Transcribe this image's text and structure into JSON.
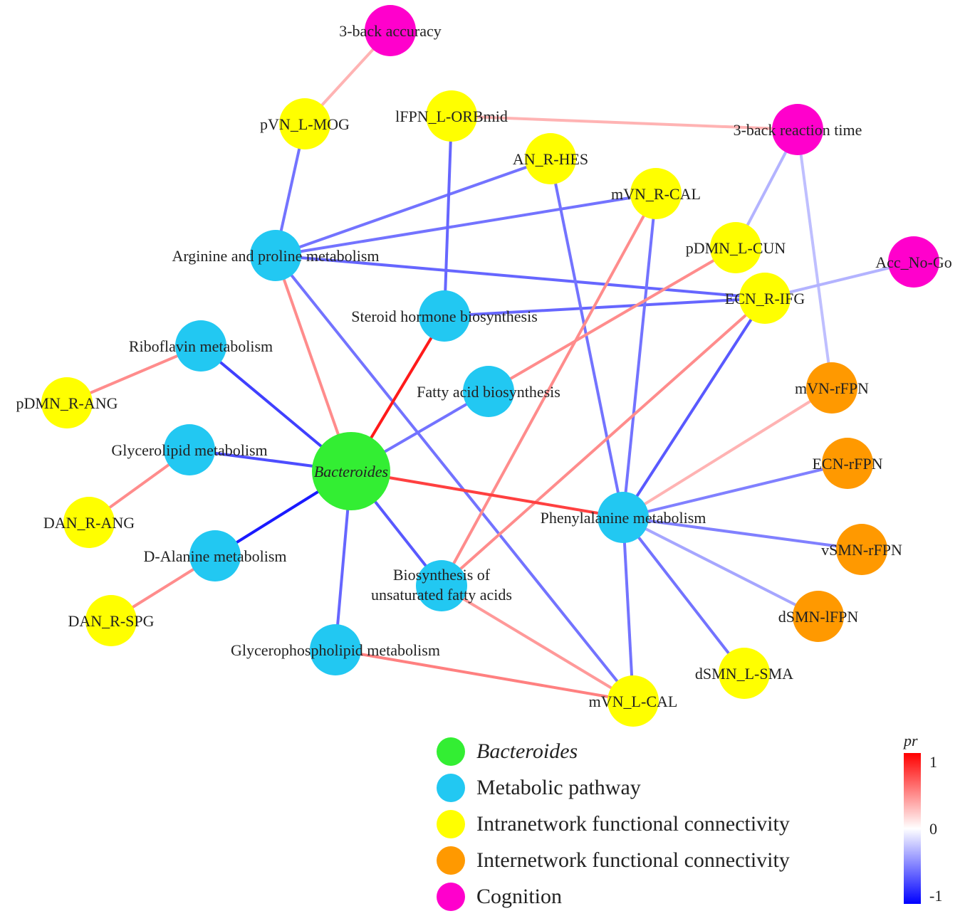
{
  "colors": {
    "bacteroides": "#33ee33",
    "metabolic": "#22c8f2",
    "intranetwork": "#ffff00",
    "internetwork": "#ff9900",
    "cognition": "#ff00cc",
    "positive": "#ff0000",
    "neutral": "#ffffff",
    "negative": "#0000ff"
  },
  "nodes": [
    {
      "id": "bacteroides",
      "label": "Bacteroides",
      "type": "bacteroides",
      "italic": true
    },
    {
      "id": "arginine",
      "label": "Arginine and proline metabolism",
      "type": "metabolic"
    },
    {
      "id": "steroid",
      "label": "Steroid hormone biosynthesis",
      "type": "metabolic"
    },
    {
      "id": "riboflavin",
      "label": "Riboflavin metabolism",
      "type": "metabolic"
    },
    {
      "id": "fattyacid",
      "label": "Fatty acid biosynthesis",
      "type": "metabolic"
    },
    {
      "id": "glycerolipid",
      "label": "Glycerolipid metabolism",
      "type": "metabolic"
    },
    {
      "id": "dalanine",
      "label": "D-Alanine metabolism",
      "type": "metabolic"
    },
    {
      "id": "phenylalanine",
      "label": "Phenylalanine metabolism",
      "type": "metabolic"
    },
    {
      "id": "unsat",
      "label": "Biosynthesis of\nunsaturated fatty acids",
      "type": "metabolic"
    },
    {
      "id": "glycerophospholipid",
      "label": "Glycerophospholipid metabolism",
      "type": "metabolic"
    },
    {
      "id": "pvn_lmog",
      "label": "pVN_L-MOG",
      "type": "intranetwork"
    },
    {
      "id": "lfpn_lorbmid",
      "label": "lFPN_L-ORBmid",
      "type": "intranetwork"
    },
    {
      "id": "an_rhes",
      "label": "AN_R-HES",
      "type": "intranetwork"
    },
    {
      "id": "mvn_rcal",
      "label": "mVN_R-CAL",
      "type": "intranetwork"
    },
    {
      "id": "pdmn_lcun",
      "label": "pDMN_L-CUN",
      "type": "intranetwork"
    },
    {
      "id": "ecn_rifg",
      "label": "ECN_R-IFG",
      "type": "intranetwork"
    },
    {
      "id": "pdmn_rang",
      "label": "pDMN_R-ANG",
      "type": "intranetwork"
    },
    {
      "id": "dan_rang",
      "label": "DAN_R-ANG",
      "type": "intranetwork"
    },
    {
      "id": "dan_rspg",
      "label": "DAN_R-SPG",
      "type": "intranetwork"
    },
    {
      "id": "dsmn_lsma",
      "label": "dSMN_L-SMA",
      "type": "intranetwork"
    },
    {
      "id": "mvn_lcal",
      "label": "mVN_L-CAL",
      "type": "intranetwork"
    },
    {
      "id": "mvn_rfpn",
      "label": "mVN-rFPN",
      "type": "internetwork"
    },
    {
      "id": "ecn_rfpn",
      "label": "ECN-rFPN",
      "type": "internetwork"
    },
    {
      "id": "vsmn_rfpn",
      "label": "vSMN-rFPN",
      "type": "internetwork"
    },
    {
      "id": "dsmn_lfpn",
      "label": "dSMN-lFPN",
      "type": "internetwork"
    },
    {
      "id": "nback_acc",
      "label": "3-back accuracy",
      "type": "cognition"
    },
    {
      "id": "nback_rt",
      "label": "3-back reaction time",
      "type": "cognition"
    },
    {
      "id": "acc_nogo",
      "label": "Acc_No-Go",
      "type": "cognition"
    }
  ],
  "edges": [
    {
      "source": "nback_acc",
      "target": "pvn_lmog",
      "pr": 0.3
    },
    {
      "source": "lfpn_lorbmid",
      "target": "nback_rt",
      "pr": 0.3
    },
    {
      "source": "nback_rt",
      "target": "pdmn_lcun",
      "pr": -0.3
    },
    {
      "source": "nback_rt",
      "target": "mvn_rfpn",
      "pr": -0.25
    },
    {
      "source": "acc_nogo",
      "target": "ecn_rifg",
      "pr": -0.3
    },
    {
      "source": "pvn_lmog",
      "target": "arginine",
      "pr": -0.55
    },
    {
      "source": "arginine",
      "target": "an_rhes",
      "pr": -0.55
    },
    {
      "source": "arginine",
      "target": "mvn_rcal",
      "pr": -0.55
    },
    {
      "source": "arginine",
      "target": "ecn_rifg",
      "pr": -0.6
    },
    {
      "source": "arginine",
      "target": "bacteroides",
      "pr": 0.45
    },
    {
      "source": "arginine",
      "target": "mvn_lcal",
      "pr": -0.55
    },
    {
      "source": "lfpn_lorbmid",
      "target": "steroid",
      "pr": -0.6
    },
    {
      "source": "steroid",
      "target": "ecn_rifg",
      "pr": -0.6
    },
    {
      "source": "steroid",
      "target": "bacteroides",
      "pr": 0.9
    },
    {
      "source": "an_rhes",
      "target": "phenylalanine",
      "pr": -0.55
    },
    {
      "source": "mvn_rcal",
      "target": "unsat",
      "pr": 0.45
    },
    {
      "source": "mvn_rcal",
      "target": "phenylalanine",
      "pr": -0.55
    },
    {
      "source": "pdmn_lcun",
      "target": "fattyacid",
      "pr": 0.45
    },
    {
      "source": "ecn_rifg",
      "target": "unsat",
      "pr": 0.45
    },
    {
      "source": "ecn_rifg",
      "target": "phenylalanine",
      "pr": -0.65
    },
    {
      "source": "riboflavin",
      "target": "pdmn_rang",
      "pr": 0.45
    },
    {
      "source": "riboflavin",
      "target": "bacteroides",
      "pr": -0.75
    },
    {
      "source": "fattyacid",
      "target": "bacteroides",
      "pr": -0.55
    },
    {
      "source": "glycerolipid",
      "target": "dan_rang",
      "pr": 0.45
    },
    {
      "source": "glycerolipid",
      "target": "bacteroides",
      "pr": -0.7
    },
    {
      "source": "dalanine",
      "target": "dan_rspg",
      "pr": 0.45
    },
    {
      "source": "dalanine",
      "target": "bacteroides",
      "pr": -0.9
    },
    {
      "source": "bacteroides",
      "target": "phenylalanine",
      "pr": 0.75
    },
    {
      "source": "bacteroides",
      "target": "unsat",
      "pr": -0.65
    },
    {
      "source": "bacteroides",
      "target": "glycerophospholipid",
      "pr": -0.6
    },
    {
      "source": "unsat",
      "target": "mvn_lcal",
      "pr": 0.4
    },
    {
      "source": "glycerophospholipid",
      "target": "mvn_lcal",
      "pr": 0.5
    },
    {
      "source": "phenylalanine",
      "target": "mvn_rfpn",
      "pr": 0.3
    },
    {
      "source": "phenylalanine",
      "target": "ecn_rfpn",
      "pr": -0.5
    },
    {
      "source": "phenylalanine",
      "target": "vsmn_rfpn",
      "pr": -0.5
    },
    {
      "source": "phenylalanine",
      "target": "dsmn_lfpn",
      "pr": -0.35
    },
    {
      "source": "phenylalanine",
      "target": "dsmn_lsma",
      "pr": -0.55
    },
    {
      "source": "phenylalanine",
      "target": "mvn_lcal",
      "pr": -0.55
    }
  ],
  "legend": {
    "items": [
      {
        "type": "bacteroides",
        "label": "Bacteroides",
        "italic": true
      },
      {
        "type": "metabolic",
        "label": "Metabolic pathway"
      },
      {
        "type": "intranetwork",
        "label": "Intranetwork functional connectivity"
      },
      {
        "type": "internetwork",
        "label": "Internetwork functional connectivity"
      },
      {
        "type": "cognition",
        "label": "Cognition"
      }
    ]
  },
  "colorbar": {
    "title": "pr",
    "max_label": "1",
    "mid_label": "0",
    "min_label": "-1"
  }
}
